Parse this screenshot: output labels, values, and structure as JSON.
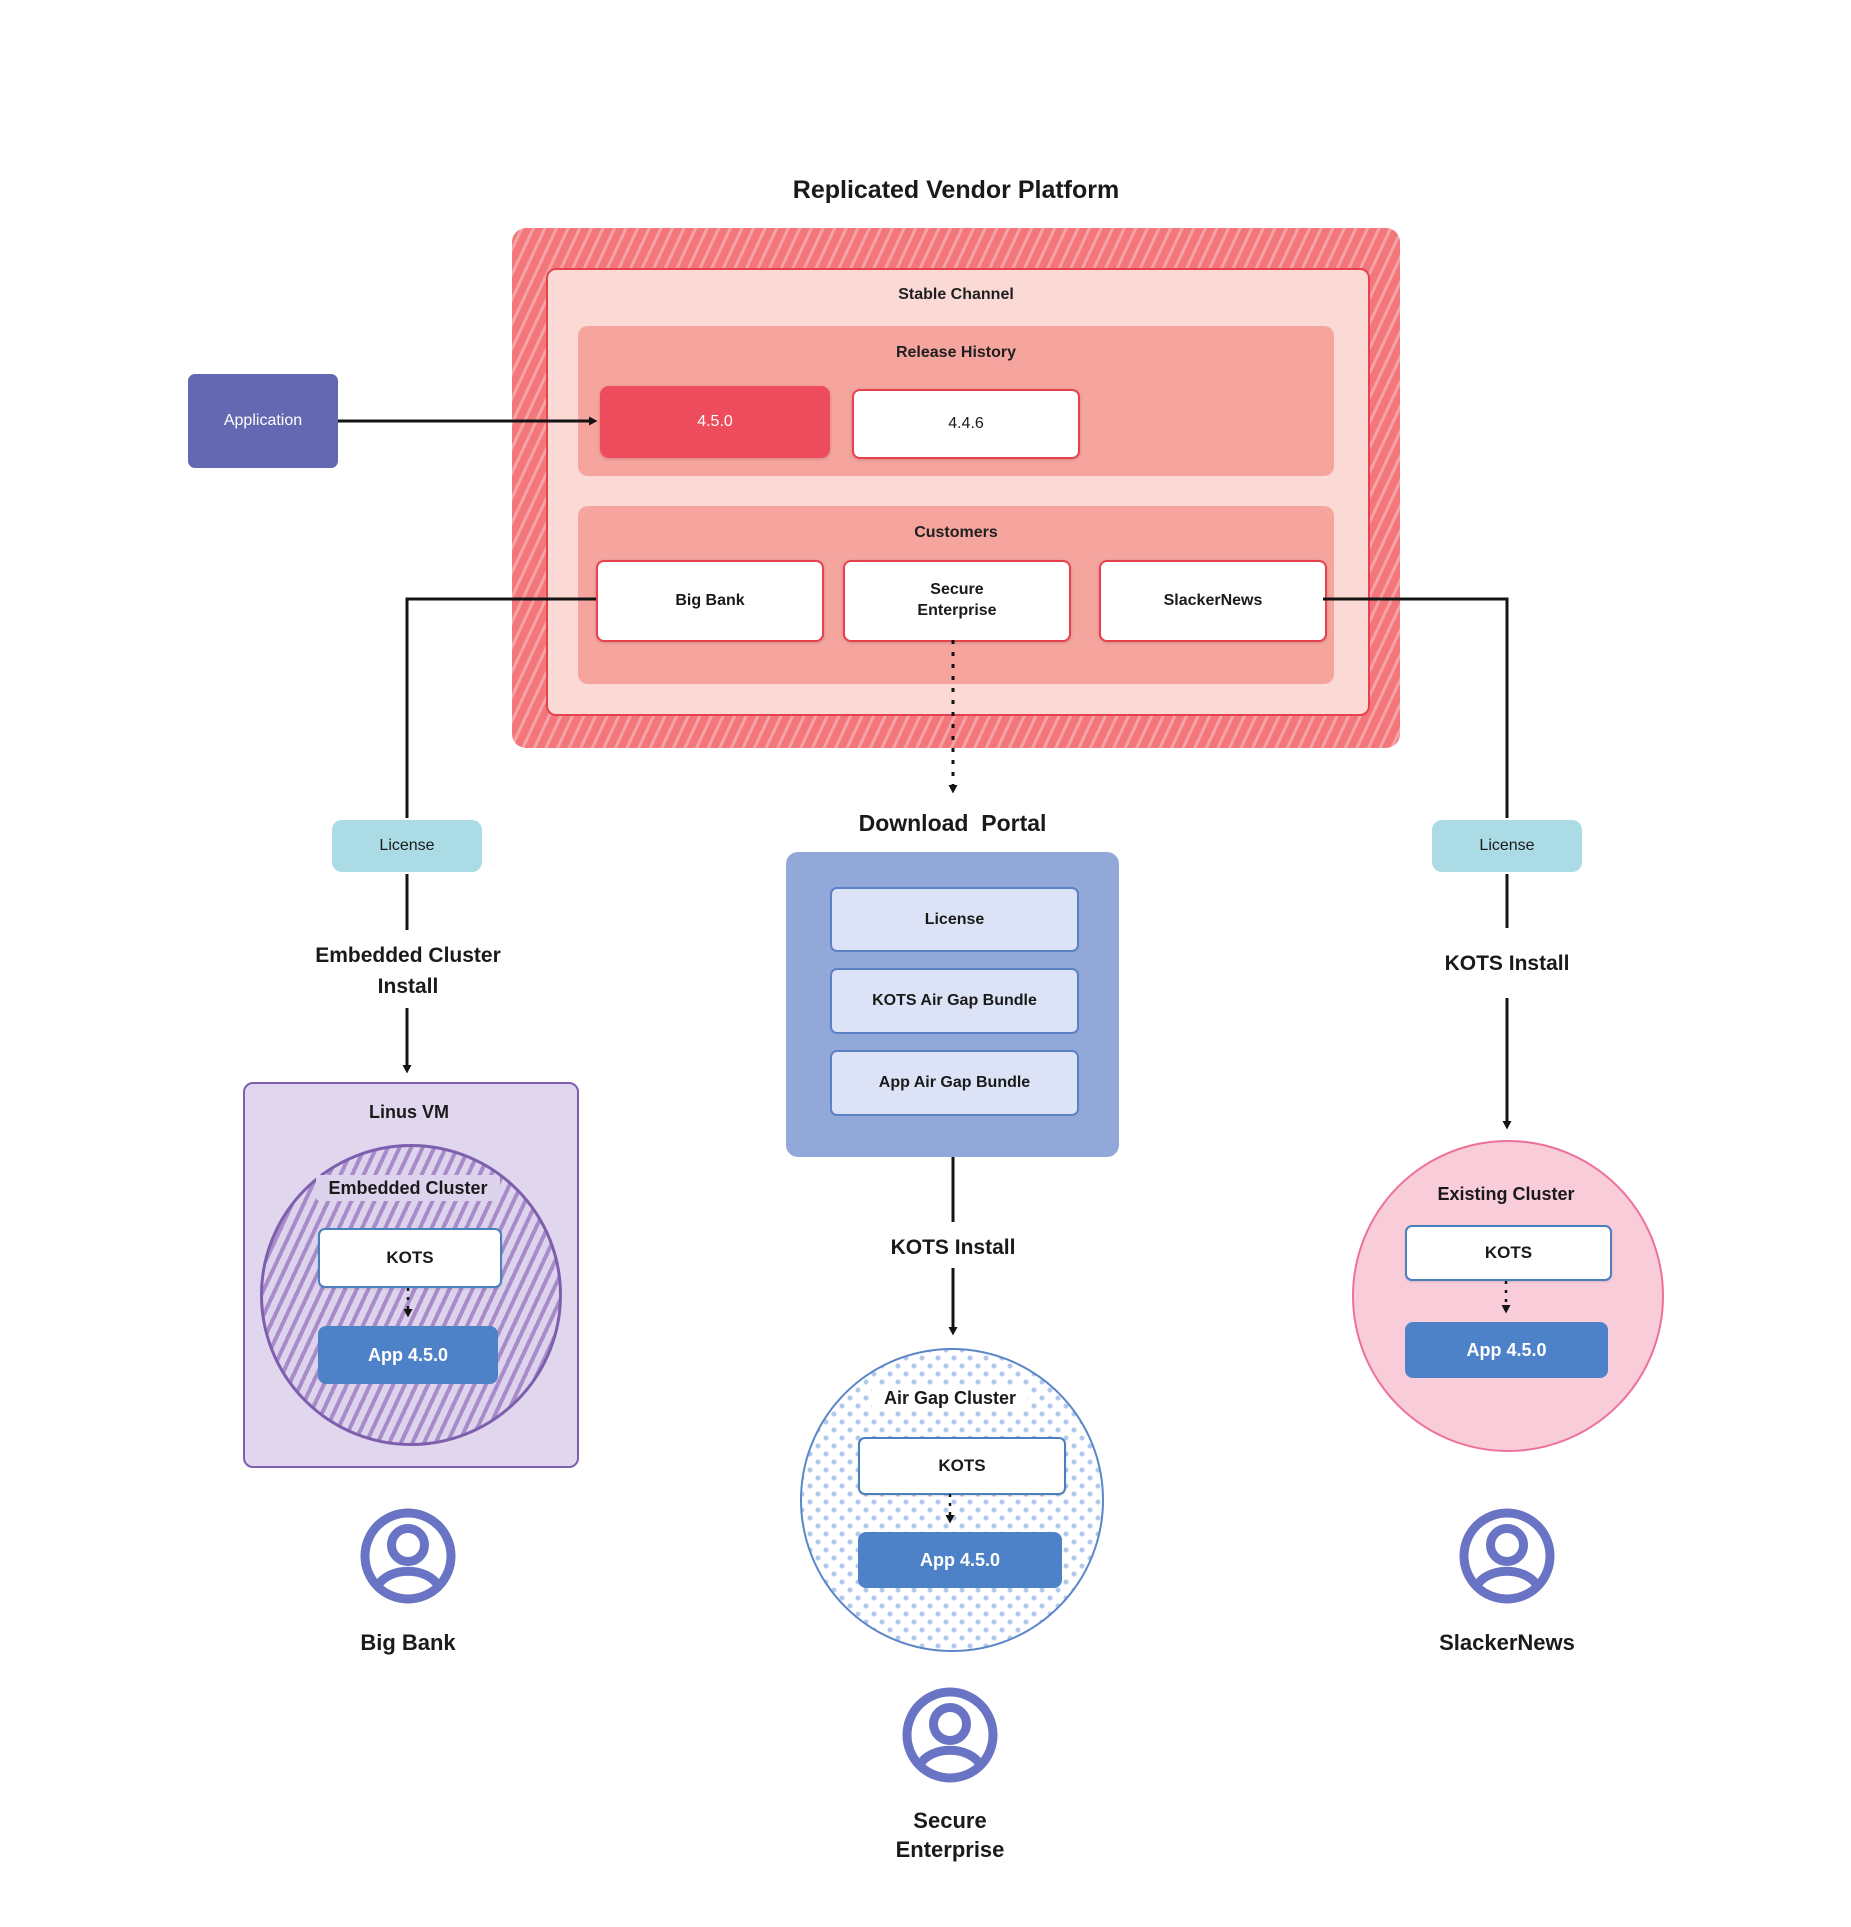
{
  "title": "Replicated Vendor Platform",
  "colors": {
    "hatch-base": "#f3767b",
    "hatch-stripe": "#f7a3a6",
    "stable-fill": "#fbd9d4",
    "red-border": "#e8414e",
    "panel-fill": "#f5a49e",
    "release-current-fill": "#ee4c5c",
    "application-fill": "#6467b1",
    "license-fill": "#abdbe4",
    "portal-fill": "#92a8d9",
    "portal-item-fill": "#dde3f7",
    "portal-item-border": "#5c81c4",
    "app-fill": "#4e82c8",
    "kots-border": "#4a7fc0",
    "vm-fill": "#e0d7ef",
    "vm-border": "#7d5fad",
    "cluster-stripe": "#a78cc9",
    "cluster-lavender": "#ddd3ed",
    "dot-color": "#b3c9e9",
    "dot-border": "#5b86c8",
    "pink-fill": "#f8ccd8",
    "pink-border": "#ee7197",
    "person": "#6a74c4",
    "line": "#141414"
  },
  "vendor_platform": {
    "stable_channel_label": "Stable Channel",
    "release_history_label": "Release History",
    "releases": [
      {
        "version": "4.5.0"
      },
      {
        "version": "4.4.6"
      }
    ],
    "customers_label": "Customers",
    "customers": [
      {
        "name": "Big Bank"
      },
      {
        "name": "Secure\nEnterprise"
      },
      {
        "name": "SlackerNews"
      }
    ]
  },
  "application_label": "Application",
  "left_flow": {
    "license_label": "License",
    "install_label": "Embedded Cluster\nInstall",
    "vm_label": "Linus VM",
    "cluster_label": "Embedded Cluster",
    "kots_label": "KOTS",
    "app_label": "App 4.5.0",
    "customer_name": "Big Bank"
  },
  "middle_flow": {
    "portal_label": "Download  Portal",
    "portal_items": [
      {
        "label": "License"
      },
      {
        "label": "KOTS Air Gap Bundle"
      },
      {
        "label": "App Air Gap Bundle"
      }
    ],
    "install_label": "KOTS Install",
    "cluster_label": "Air Gap Cluster",
    "kots_label": "KOTS",
    "app_label": "App 4.5.0",
    "customer_name": "Secure\nEnterprise"
  },
  "right_flow": {
    "license_label": "License",
    "install_label": "KOTS Install",
    "cluster_label": "Existing Cluster",
    "kots_label": "KOTS",
    "app_label": "App 4.5.0",
    "customer_name": "SlackerNews"
  }
}
